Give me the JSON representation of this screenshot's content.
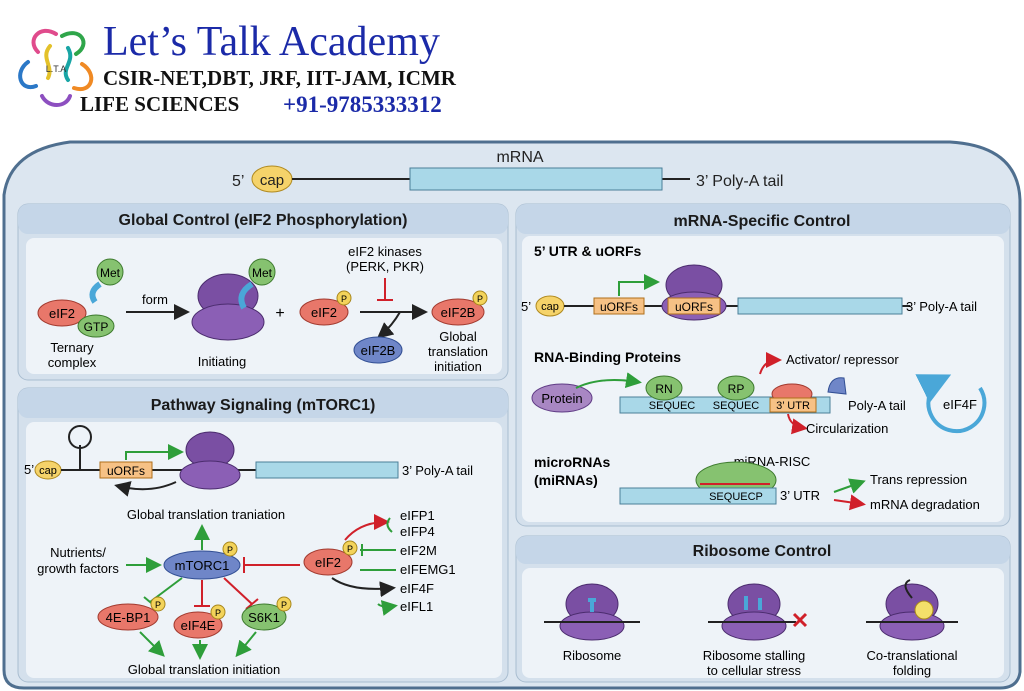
{
  "header": {
    "title": "Let’s Talk Academy",
    "subtitle": "CSIR-NET,DBT, JRF, IIT-JAM, ICMR",
    "line3": "LIFE SCIENCES",
    "phone": "+91-9785333312",
    "logo_text": "L.T.A"
  },
  "top": {
    "mrna_label": "mRNA",
    "five_prime": "5’",
    "cap": "cap",
    "polya": "3’ Poly-A tail"
  },
  "global_control": {
    "title": "Global Control (eIF2 Phosphorylation)",
    "met": "Met",
    "eif2": "eIF2",
    "gtp": "GTP",
    "ternary": [
      "Ternary",
      "complex"
    ],
    "form": "form",
    "met2": "Met",
    "initiating": "Initiating",
    "plus": "+",
    "eif2p": "eIF2",
    "p": "P",
    "kinases": [
      "eIF2 kinases",
      "(PERK, PKR)"
    ],
    "eif2b": "eIF2B",
    "eif2b_p": "eIF2B",
    "result": [
      "Global",
      "translation",
      "initiation"
    ]
  },
  "pathway": {
    "title": "Pathway Signaling (mTORC1)",
    "five_cap": "5’",
    "cap": "cap",
    "uorfs": "uORFs",
    "polya": "3’ Poly-A tail",
    "global_trans": "Global translation traniation",
    "nutrients": [
      "Nutrients/",
      "growth factors"
    ],
    "mtorc1": "mTORC1",
    "eif2": "eIF2",
    "ebp1": "4E-BP1",
    "eif4e": "eIF4E",
    "s6k1": "S6K1",
    "bottom": "Global translation initiation",
    "targets": [
      "eIFP1",
      "eIFP4",
      "eIF2M",
      "eIFEMG1",
      "eIF4F",
      "eIFL1"
    ]
  },
  "mrna_specific": {
    "title": "mRNA-Specific Control",
    "utr_title": "5’ UTR & uORFs",
    "five": "5’",
    "cap": "cap",
    "uorfs1": "uORFs",
    "uorfs2": "uORFs",
    "polya": "3’ Poly-A tail",
    "rbp_title": "RNA-Binding Proteins",
    "activator": "Activator/ repressor",
    "protein": "Protein",
    "rn": "RN",
    "rp": "RP",
    "sequec1": "SEQUEC",
    "sequec2": "SEQUEC",
    "utr3": "3’ UTR",
    "polya_tail": "Poly-A tail",
    "circ": "Circularization",
    "eif4f": "eIF4F",
    "mirna_title": [
      "microRNAs",
      "(miRNAs)"
    ],
    "risc": "miRNA-RISC",
    "sequecp": "SEQUECP",
    "utr3b": "3’ UTR",
    "trans_rep": "Trans repression",
    "degradation": "mRNA degradation"
  },
  "ribosome_control": {
    "title": "Ribosome Control",
    "labels": [
      [
        "Ribosome"
      ],
      [
        "Ribosome stalling",
        "to cellular stress"
      ],
      [
        "Co-translational",
        "folding"
      ]
    ]
  },
  "colors": {
    "panel": "#dce6f0",
    "section": "#c9d9ea",
    "mrna_bar": "#a9d8e8",
    "ribosome": "#7a4fa3",
    "green": "#2e9e3a",
    "red": "#d0202a",
    "blue_mol": "#6f86c8",
    "red_mol": "#e8776a",
    "green_mol": "#86c270",
    "p_badge": "#f3d35a"
  }
}
